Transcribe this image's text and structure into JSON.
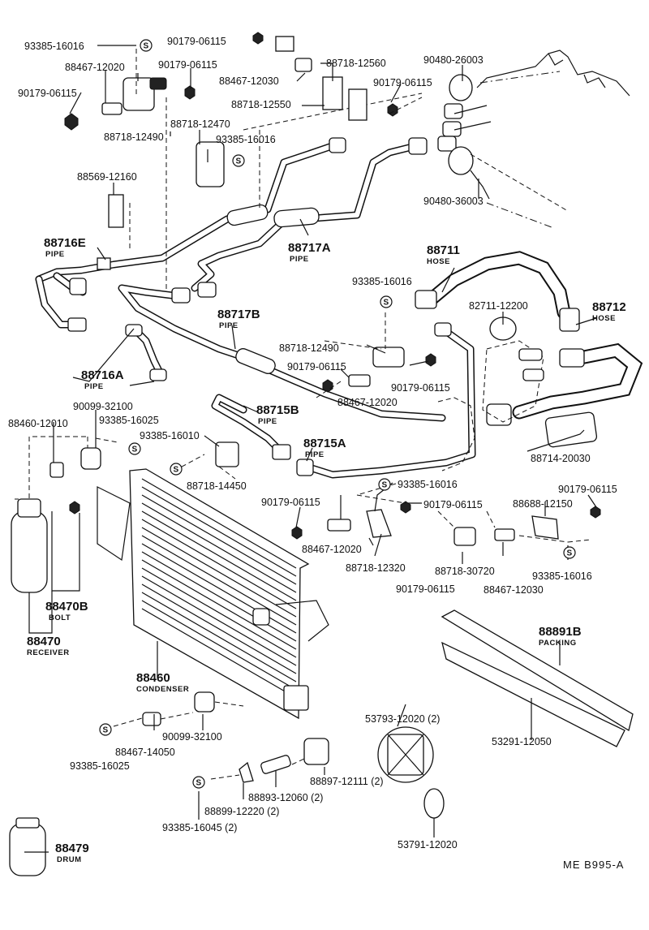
{
  "labels": {
    "p_93385_16016_a": "93385-16016",
    "p_90179_06115_a": "90179-06115",
    "p_88467_12020_a": "88467-12020",
    "p_90179_06115_b": "90179-06115",
    "p_88718_12560": "88718-12560",
    "p_90480_26003": "90480-26003",
    "p_90179_06115_c": "90179-06115",
    "p_88467_12030_a": "88467-12030",
    "p_90179_06115_d": "90179-06115",
    "p_88718_12550": "88718-12550",
    "p_88718_12490_a": "88718-12490",
    "p_88718_12470": "88718-12470",
    "p_93385_16016_b": "93385-16016",
    "p_88569_12160": "88569-12160",
    "p_90480_36003": "90480-36003",
    "p_88716e": "88716E",
    "p_88716e_sub": "PIPE",
    "p_88717a": "88717A",
    "p_88717a_sub": "PIPE",
    "p_88711": "88711",
    "p_88711_sub": "HOSE",
    "p_93385_16016_c": "93385-16016",
    "p_82711_12200": "82711-12200",
    "p_88712": "88712",
    "p_88712_sub": "HOSE",
    "p_88717b": "88717B",
    "p_88717b_sub": "PIPE",
    "p_88718_12490_b": "88718-12490",
    "p_90179_06115_e": "90179-06115",
    "p_90179_06115_f": "90179-06115",
    "p_88467_12020_b": "88467-12020",
    "p_88716a": "88716A",
    "p_88716a_sub": "PIPE",
    "p_90099_32100_a": "90099-32100",
    "p_88460_12010": "88460-12010",
    "p_93385_16025_a": "93385-16025",
    "p_88715b": "88715B",
    "p_88715b_sub": "PIPE",
    "p_93385_16010": "93385-16010",
    "p_88715a": "88715A",
    "p_88715a_sub": "PIPE",
    "p_88714_20030": "88714-20030",
    "p_88718_14450": "88718-14450",
    "p_93385_16016_d": "93385-16016",
    "p_90179_06115_g": "90179-06115",
    "p_90179_06115_h": "90179-06115",
    "p_88688_12150": "88688-12150",
    "p_90179_06115_i": "90179-06115",
    "p_88467_12020_c": "88467-12020",
    "p_88718_12320": "88718-12320",
    "p_88718_30720": "88718-30720",
    "p_93385_16016_e": "93385-16016",
    "p_90179_06115_j": "90179-06115",
    "p_88467_12030_b": "88467-12030",
    "p_88470b": "88470B",
    "p_88470b_sub": "BOLT",
    "p_88470": "88470",
    "p_88470_sub": "RECEIVER",
    "p_88891b": "88891B",
    "p_88891b_sub": "PACKING",
    "p_88460": "88460",
    "p_88460_sub": "CONDENSER",
    "p_53793_12020": "53793-12020 (2)",
    "p_53291_12050": "53291-12050",
    "p_90099_32100_b": "90099-32100",
    "p_88467_14050": "88467-14050",
    "p_93385_16025_b": "93385-16025",
    "p_88897_12111": "88897-12111 (2)",
    "p_88893_12060": "88893-12060 (2)",
    "p_88899_12220": "88899-12220 (2)",
    "p_93385_16045": "93385-16045 (2)",
    "p_53791_12020": "53791-12020",
    "p_88479": "88479",
    "p_88479_sub": "DRUM",
    "ref": "ME  B995-A"
  },
  "symbol_letter": "S"
}
